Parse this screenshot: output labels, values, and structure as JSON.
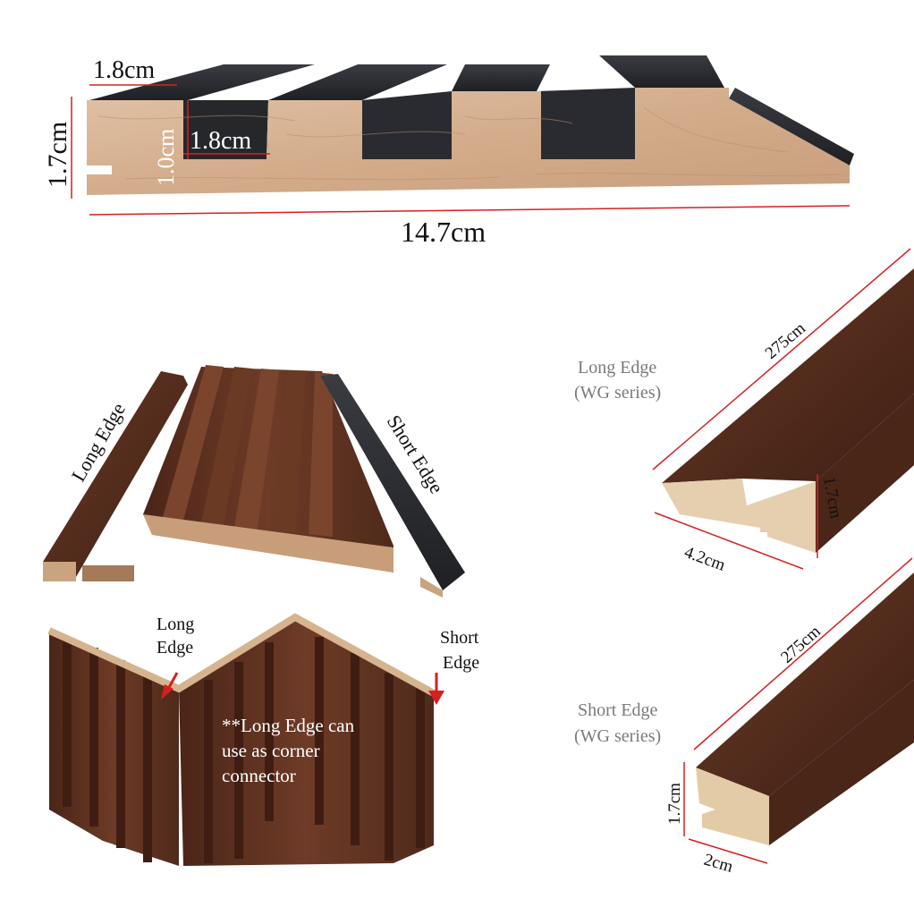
{
  "profile": {
    "width_label": "14.7cm",
    "height_label": "1.7cm",
    "top_width_label": "1.8cm",
    "groove_depth_label": "1.0cm",
    "groove_width_label": "1.8cm"
  },
  "panel": {
    "long_edge_label": "Long Edge",
    "short_edge_label": "Short Edge"
  },
  "corner": {
    "long_edge_label_line1": "Long",
    "long_edge_label_line2": "Edge",
    "short_edge_label_line1": "Short",
    "short_edge_label_line2": "Edge",
    "note_line1": "**Long Edge can",
    "note_line2": "use as corner",
    "note_line3": "connector"
  },
  "long_edge_product": {
    "title_line1": "Long Edge",
    "title_line2": "(WG series)",
    "length_label": "275cm",
    "height_label": "1.7cm",
    "width_label": "4.2cm"
  },
  "short_edge_product": {
    "title_line1": "Short Edge",
    "title_line2": "(WG series)",
    "length_label": "275cm",
    "height_label": "1.7cm",
    "width_label": "2cm"
  },
  "colors": {
    "wood_raw": "#d9b698",
    "coating": "#2b2d32",
    "walnut": "#5e3322",
    "dimension_line": "#d62020"
  }
}
